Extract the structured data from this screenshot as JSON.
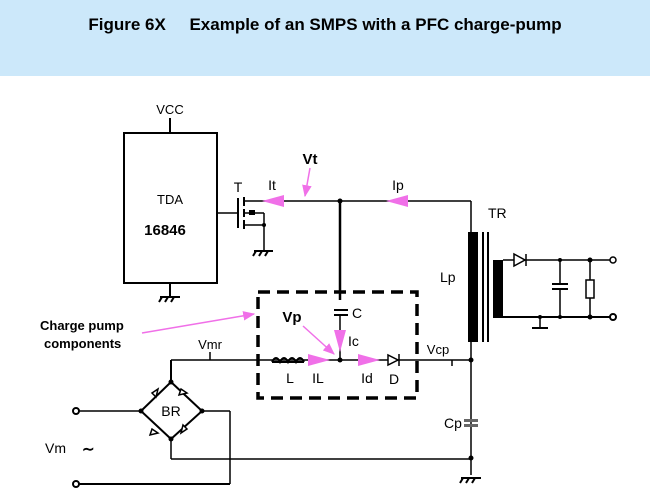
{
  "header": {
    "figure_number": "Figure 6X",
    "title": "Example of an SMPS with a PFC charge-pump",
    "background": "#cce8fa"
  },
  "diagram": {
    "accent_color": "#f070e8",
    "ic": {
      "supply": "VCC",
      "name_line1": "TDA",
      "name_line2": "16846"
    },
    "components": {
      "transistor": "T",
      "transformer": "TR",
      "primary_inductance": "Lp",
      "pump_capacitor": "C",
      "inductor": "L",
      "diode": "D",
      "bridge_rectifier": "BR",
      "buffer_capacitor": "Cp"
    },
    "signals": {
      "transistor_voltage": "Vt",
      "transistor_current": "It",
      "primary_current": "Ip",
      "pump_voltage": "Vp",
      "capacitor_current": "Ic",
      "inductor_current": "IL",
      "diode_current": "Id",
      "cap_voltage": "Vcp",
      "rectified_voltage": "Vmr",
      "mains_voltage": "Vm",
      "ac_symbol": "∼"
    },
    "annotation": {
      "line1": "Charge pump",
      "line2": "components"
    }
  }
}
